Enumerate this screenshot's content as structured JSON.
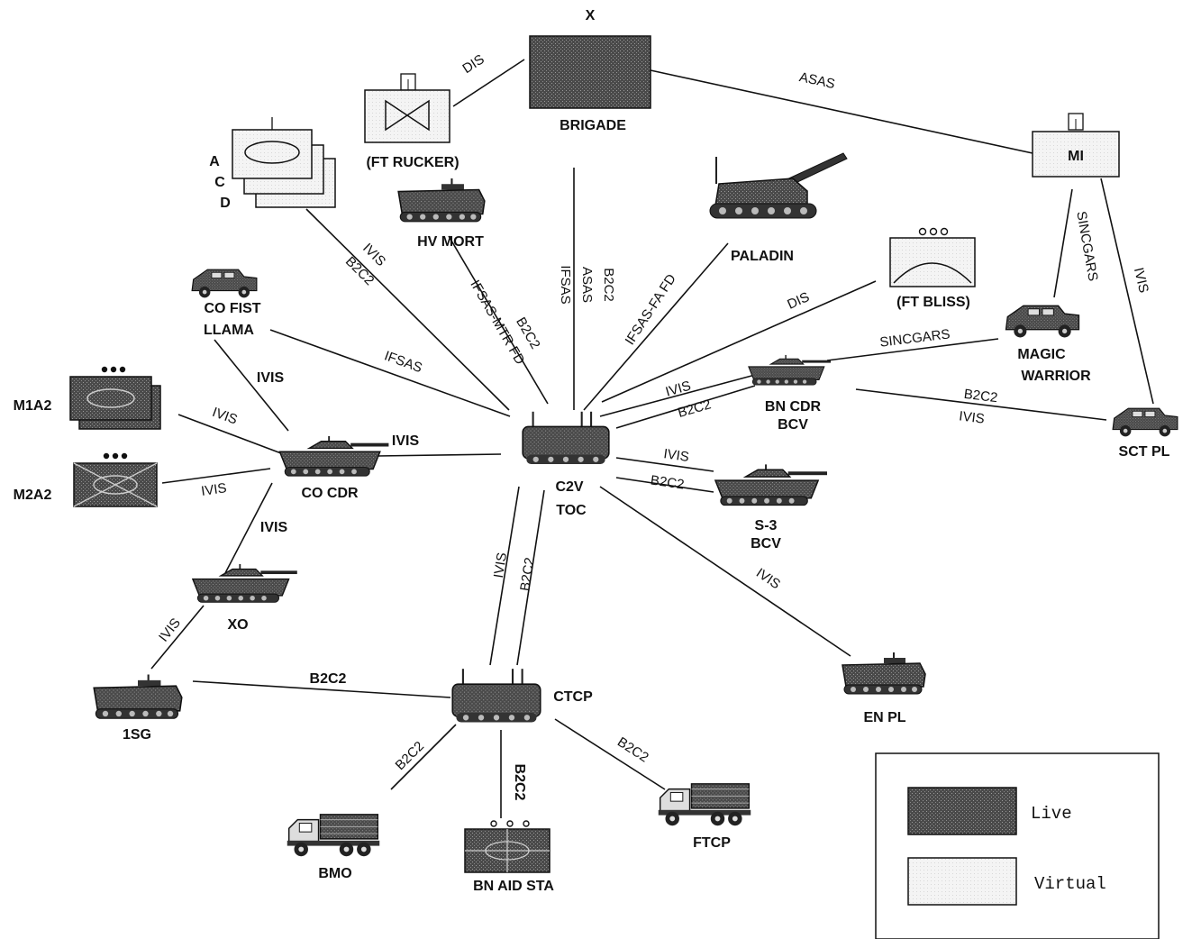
{
  "brigade_echelon": "X",
  "nodes": {
    "brigade": "BRIGADE",
    "ft_rucker": "(FT RUCKER)",
    "mi": "MI",
    "acd": [
      "A",
      "C",
      "D"
    ],
    "hv_mort": "HV MORT",
    "paladin": "PALADIN",
    "ft_bliss": "(FT BLISS)",
    "co_fist": [
      "CO FIST",
      "LLAMA"
    ],
    "magic_warrior": [
      "MAGIC",
      "WARRIOR"
    ],
    "m1a2": "M1A2",
    "m2a2": "M2A2",
    "co_cdr": "CO CDR",
    "c2v_toc": [
      "C2V",
      "TOC"
    ],
    "bn_cdr": [
      "BN CDR",
      "BCV"
    ],
    "sct_pl": "SCT PL",
    "s3": [
      "S-3",
      "BCV"
    ],
    "xo": "XO",
    "en_pl": "EN PL",
    "first_sg": "1SG",
    "ctcp": "CTCP",
    "bmo": "BMO",
    "bn_aid_sta": "BN AID STA",
    "ftcp": "FTCP"
  },
  "links": {
    "dis_brigade": "DIS",
    "asas_mi": "ASAS",
    "toc_brigade": [
      "B2C2",
      "ASAS",
      "IFSAS"
    ],
    "acd_ivis": "IVIS",
    "acd_b2c2": "B2C2",
    "hvmort_ifsas": "IFSAS-MTR FD",
    "hvmort_b2c2": "B2C2",
    "paladin_ifsas": "IFSAS-FA FD",
    "bliss_dis": "DIS",
    "mi_sincgars": "SINCGARS",
    "mi_ivis": "IVIS",
    "magic_sincgars": "SINCGARS",
    "fist_ifsas": "IFSAS",
    "fist_ivis": "IVIS",
    "m1a2_ivis": "IVIS",
    "cocdr_toc_ivis": "IVIS",
    "m2a2_ivis": "IVIS",
    "bncdr_ivis": "IVIS",
    "bncdr_b2c2": "B2C2",
    "sctpl_b2c2": "B2C2",
    "sctpl_ivis": "IVIS",
    "s3_ivis": "IVIS",
    "s3_b2c2": "B2C2",
    "xo_ivis": "IVIS",
    "ctcp_ivis": "IVIS",
    "ctcp_b2c2": "B2C2",
    "enpl_ivis": "IVIS",
    "sg_ivis": "IVIS",
    "sg_b2c2": "B2C2",
    "bmo_b2c2": "B2C2",
    "aid_b2c2": "B2C2",
    "ftcp_b2c2": "B2C2"
  },
  "legend": {
    "live": "Live",
    "virtual": "Virtual"
  },
  "colors": {
    "live_fill": "#555555",
    "virtual_fill": "#f2f2f2",
    "line": "#111111"
  }
}
